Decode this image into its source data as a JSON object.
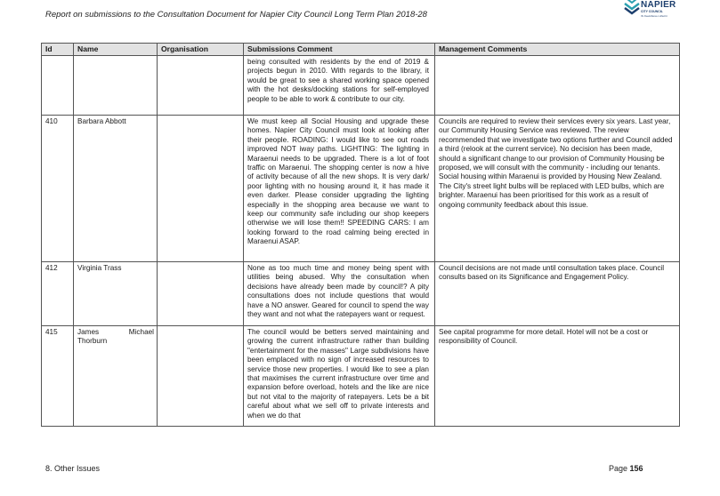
{
  "header": {
    "title": "Report on submissions to the Consultation Document for Napier City Council Long Term Plan 2018-28",
    "logo_name": "NAPIER",
    "logo_sub": "CITY COUNCIL",
    "logo_tagline": "Te Kaunihera o Ahuriri"
  },
  "table": {
    "columns": {
      "id": "Id",
      "name": "Name",
      "organisation": "Organisation",
      "comment": "Submissions Comment",
      "management": "Management Comments"
    },
    "rows": [
      {
        "id": "",
        "name": "",
        "name_first": "",
        "name_second": "",
        "organisation": "",
        "comment": "being consulted with residents by the end of 2019 & projects begun in 2010. With regards to the library, it would be great to see a shared working space opened with the hot desks/docking stations for self-employed people to be able to work & contribute to our city.",
        "management": ""
      },
      {
        "id": "410",
        "name": "Barbara Abbott",
        "name_first": "",
        "name_second": "",
        "organisation": "",
        "comment": "We must keep all Social Housing and upgrade these homes. Napier City Council must look at looking after their people. ROADING: I would like to see out roads improved NOT iway paths. LIGHTING: The lighting in Maraenui needs to be upgraded. There is a lot of foot traffic on Maraenui. The shopping center is now a hive of activity because of all the new shops. It is very dark/ poor lighting with no housing around it, it has made it even darker. Please consider upgrading the lighting especially in the shopping area because we want to keep our community safe including our shop keepers otherwise we will lose them!! SPEEDING CARS: I am looking forward to the road calming being erected in Maraenui ASAP.",
        "management": "Councils are required to review their services every six years. Last year, our Community Housing Service was reviewed. The review recommended that we investigate two options further and Council added a third (relook at the current service). No decision has been made, should a significant change to our provision of Community Housing be proposed, we will consult with the community - including our tenants. Social housing within Maraenui is provided by Housing New Zealand. The City's street light bulbs will be replaced with LED bulbs, which are brighter. Maraenui has been prioritised for this work as a result of ongoing community feedback about this issue."
      },
      {
        "id": "412",
        "name": "Virginia Trass",
        "name_first": "",
        "name_second": "",
        "organisation": "",
        "comment": "None as too much time and money being spent with utilities being abused. Why the consultation when decisions have already been made by council!? A pity consultations does not include questions that would have a NO answer. Geared for council to spend the way they want and not what the ratepayers want or request.",
        "management": "Council decisions are not made until consultation takes place. Council consults based on its Significance and Engagement Policy."
      },
      {
        "id": "415",
        "name": "",
        "name_first": "James Michael",
        "name_second": "Thorburn",
        "organisation": "",
        "comment": "The council would be betters served maintaining and growing the current infrastructure rather than building \"entertainment for the masses\" Large subdivisions have been emplaced with no sign of increased resources to service those new properties. I would like to see a plan that maximises the current infrastructure over time and expansion before overload, hotels and the like are nice but not vital to the majority of ratepayers. Lets be a bit careful about what we sell off to private interests and when we do that",
        "management": " See capital programme for more detail. Hotel will not be a cost or responsibility of Council."
      }
    ]
  },
  "footer": {
    "section": "8. Other Issues",
    "page_label": "Page",
    "page_number": "156"
  },
  "colors": {
    "header_bg": "#e2e2e2",
    "logo_blue": "#1d3f6e",
    "logo_teal": "#2a9fb0"
  }
}
